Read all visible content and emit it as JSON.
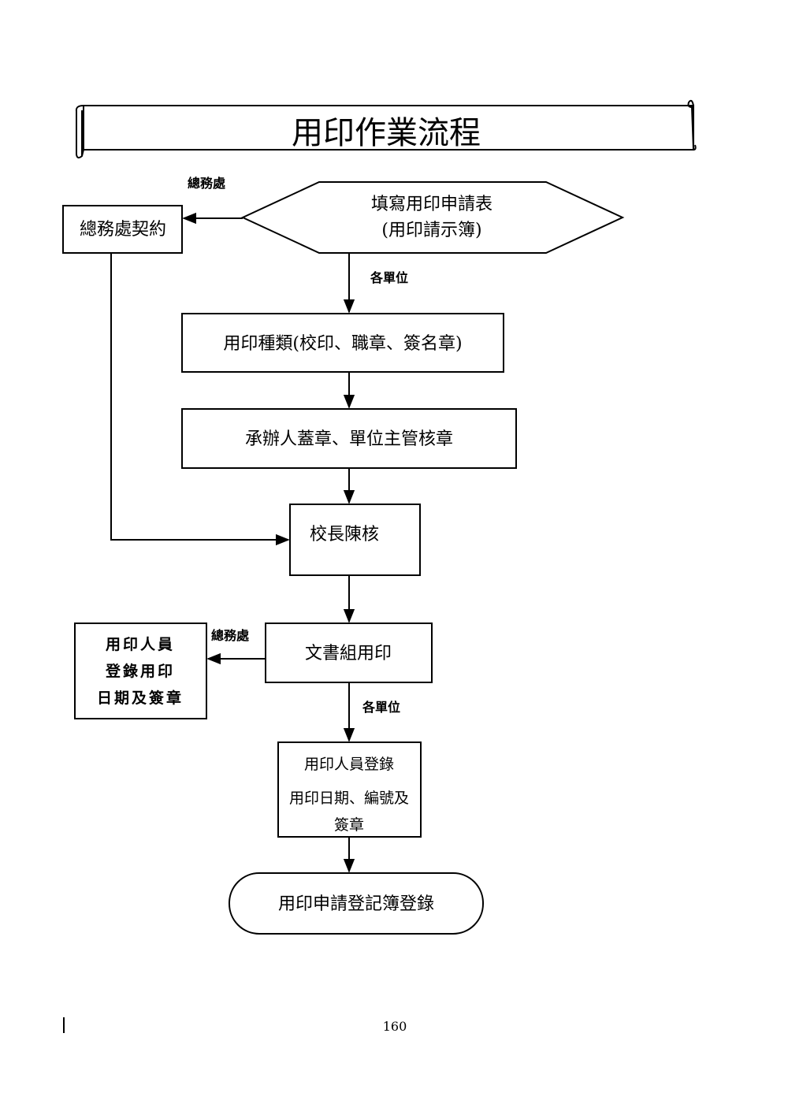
{
  "title": "用印作業流程",
  "nodes": {
    "fill_form": {
      "line1": "填寫用印申請表",
      "line2": "(用印請示簿)"
    },
    "contract": {
      "label": "總務處契約"
    },
    "seal_type": {
      "label": "用印種類(校印、職章、簽名章)"
    },
    "approval_stamp": {
      "label": "承辦人蓋章、單位主管核章"
    },
    "principal": {
      "label": "校長陳核"
    },
    "doc_group": {
      "label": "文書組用印"
    },
    "register_left": {
      "line1": "用印人員",
      "line2": "登錄用印",
      "line3": "日期及簽章"
    },
    "register_unit": {
      "line1": "用印人員登錄",
      "line2": "用印日期、編號及",
      "line3": "簽章"
    },
    "end": {
      "label": "用印申請登記簿登錄"
    }
  },
  "edge_labels": {
    "general_affairs_top": "總務處",
    "each_unit_top": "各單位",
    "general_affairs_mid": "總務處",
    "each_unit_bottom": "各單位"
  },
  "page_number": "160"
}
